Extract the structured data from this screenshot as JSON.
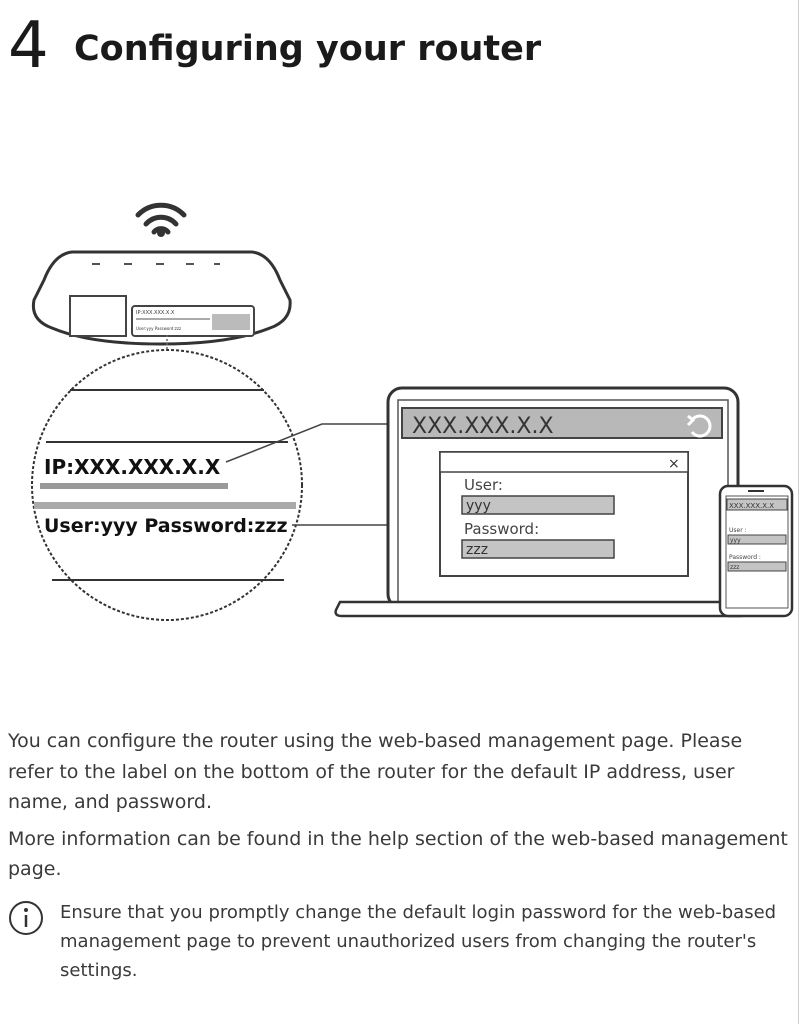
{
  "chapter": {
    "number": "4",
    "title": "Configuring your router"
  },
  "figure": {
    "router_label_ip": "IP:XXX.XXX.X.X",
    "router_label_credentials": "User:yyy  Password:zzz",
    "router_label_small_ip": "IP:XXX.XXX.X.X",
    "router_label_small_user": "User:yyy  Password:zzz",
    "laptop_url": "XXX.XXX.X.X",
    "laptop_dialog": {
      "close": "×",
      "user_label": "User:",
      "user_value": "yyy",
      "password_label": "Password:",
      "password_value": "zzz"
    },
    "phone": {
      "url": "XXX.XXX.X.X",
      "user_label": "User :",
      "user_value": "yyy",
      "password_label": "Password :",
      "password_value": "zzz"
    }
  },
  "body": {
    "paragraph1": "You can configure the router using the web-based management page. Please refer to the label on the bottom of the router for the default IP address, user name, and password.",
    "paragraph2": "More information can be found in the help section of the web-based management page."
  },
  "note": {
    "icon": "info-icon",
    "text": "Ensure that you promptly change the default login password for the web-based management page to prevent unauthorized users from changing the router's settings."
  }
}
